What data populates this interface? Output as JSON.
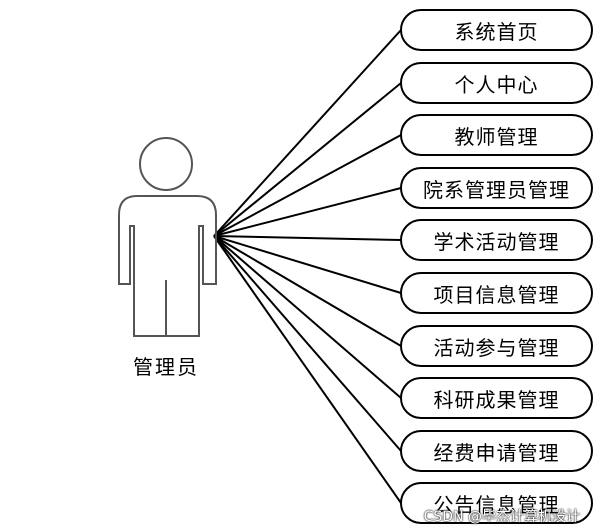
{
  "actor": {
    "label": "管理员"
  },
  "use_cases": [
    {
      "label": "系统首页"
    },
    {
      "label": "个人中心"
    },
    {
      "label": "教师管理"
    },
    {
      "label": "院系管理员管理"
    },
    {
      "label": "学术活动管理"
    },
    {
      "label": "项目信息管理"
    },
    {
      "label": "活动参与管理"
    },
    {
      "label": "科研成果管理"
    },
    {
      "label": "经费申请管理"
    },
    {
      "label": "公告信息管理"
    }
  ],
  "watermark": "CSDN @毕杰计算机设计"
}
